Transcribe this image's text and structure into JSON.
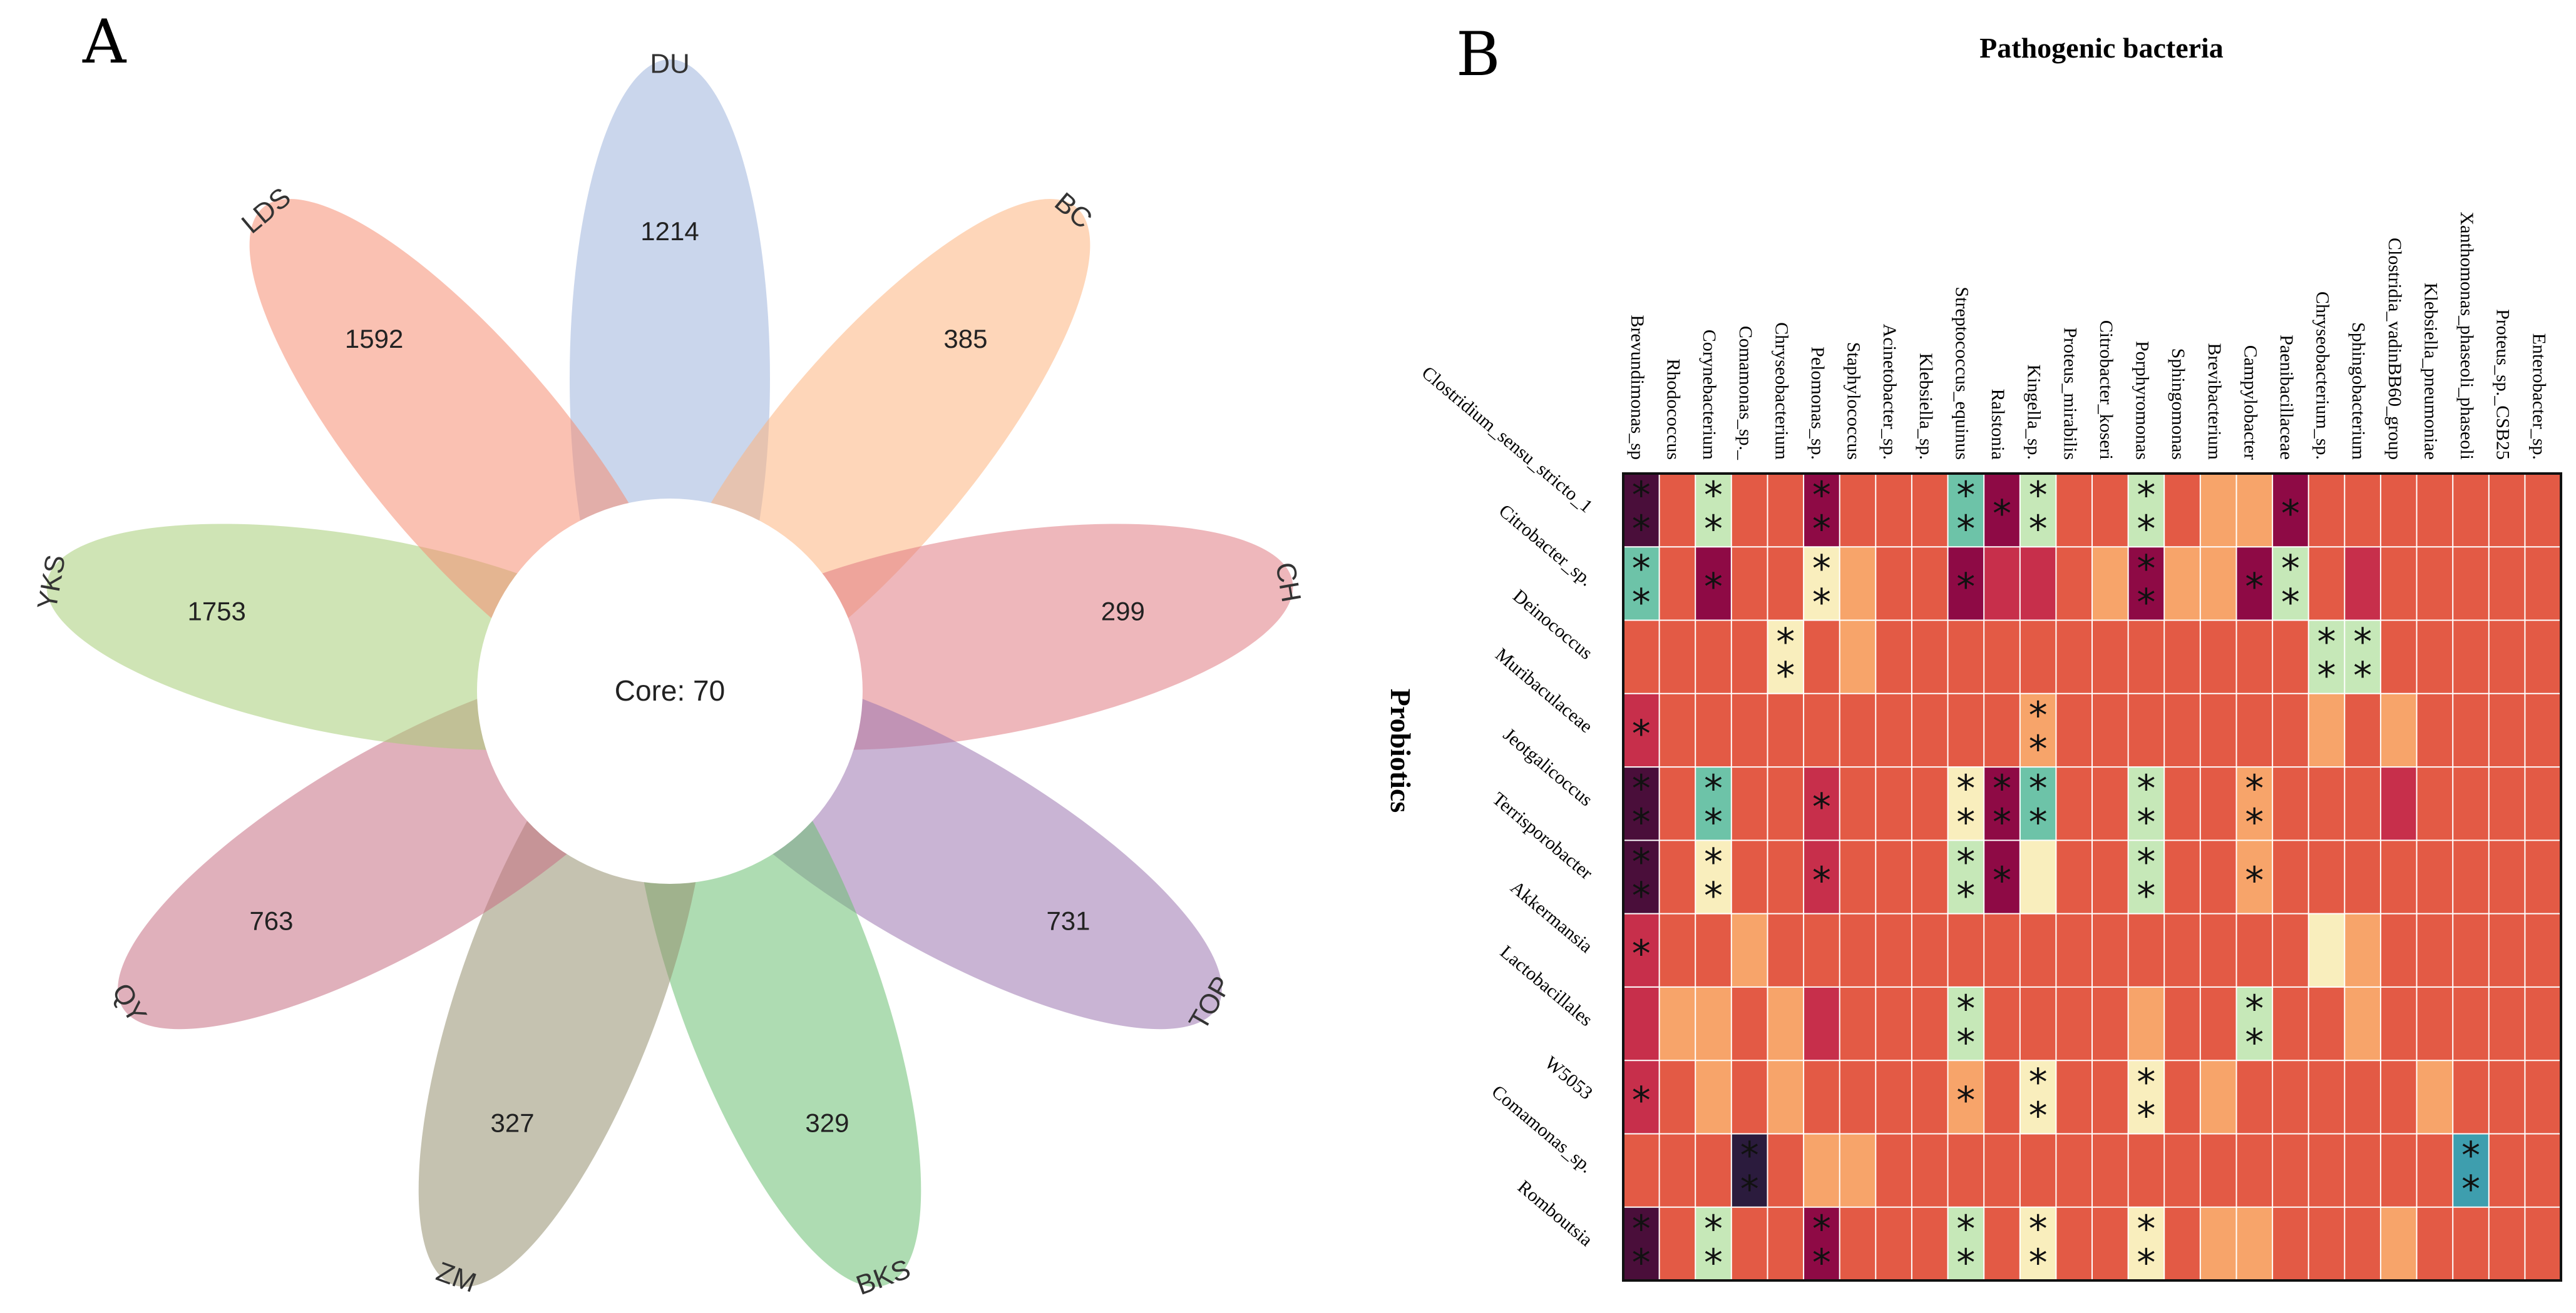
{
  "panels": {
    "a": "A",
    "b": "B"
  },
  "chart_data": [
    {
      "type": "venn",
      "core": {
        "label": "Core: 70",
        "value": 70
      },
      "petals": [
        {
          "name": "DU",
          "count": 1214,
          "color": "#9fb4dc"
        },
        {
          "name": "BC",
          "count": 385,
          "color": "#fdb57f"
        },
        {
          "name": "CH",
          "count": 299,
          "color": "#e07b84"
        },
        {
          "name": "TOP",
          "count": 731,
          "color": "#9c76b0"
        },
        {
          "name": "BKS",
          "count": 329,
          "color": "#6cc072"
        },
        {
          "name": "ZM",
          "count": 327,
          "color": "#958f70"
        },
        {
          "name": "QY",
          "count": 763,
          "color": "#c66f83"
        },
        {
          "name": "YKS",
          "count": 1753,
          "color": "#a8cd78"
        },
        {
          "name": "LDS",
          "count": 1592,
          "color": "#f58e73"
        }
      ]
    },
    {
      "type": "heatmap",
      "title": "Pathogenic bacteria",
      "ylabel": "Probiotics",
      "columns": [
        "Brevundimonas_sp",
        "Rhodococcus",
        "Corynebacterium",
        "Comamonas_sp._",
        "Chryseobacterium",
        "Pelomonas_sp.",
        "Staphylococcus",
        "Acinetobacter_sp.",
        "Klebsiella_sp.",
        "Streptococcus_equinus",
        "Ralstonia",
        "Kingella_sp.",
        "Proteus_mirabilis",
        "Citrobacter_koseri",
        "Porphyromonas",
        "Sphingomonas",
        "Brevibacterium",
        "Campylobacter",
        "Paenibacillaceae",
        "Chryseobacterium_sp.",
        "Sphingobacterium",
        "Clostridia_vadinBB60_group",
        "Klebsiella_pneumoniae",
        "Xanthomonas_phaseoli_phaseoli",
        "Proteus_sp._CSB25",
        "Enterobacter_sp."
      ],
      "rows": [
        "Clostridium_sensu_stricto_1",
        "Citrobacter_sp.",
        "Deinococcus",
        "Muribaculaceae",
        "Jeotgalicoccus",
        "Terrisporobacter",
        "Akkermansia",
        "Lactobacillales",
        "W5053",
        "Comamonas_sp.",
        "Romboutsia"
      ],
      "colormap": [
        "#2b1b3d",
        "#4a0e3a",
        "#8e0a45",
        "#c72f4b",
        "#e35a45",
        "#f7a46a",
        "#f9eebd",
        "#c6e8b8",
        "#6dc3a8",
        "#3e9eae"
      ],
      "values": [
        [
          -0.85,
          -0.05,
          0.55,
          -0.05,
          -0.05,
          -0.55,
          -0.05,
          -0.05,
          -0.05,
          0.85,
          -0.55,
          0.5,
          -0.05,
          -0.05,
          0.6,
          -0.05,
          0.1,
          0.05,
          -0.55,
          -0.05,
          -0.05,
          -0.05,
          -0.05,
          -0.05,
          -0.05,
          -0.05
        ],
        [
          0.75,
          -0.05,
          -0.45,
          -0.05,
          -0.05,
          0.35,
          0.2,
          -0.05,
          -0.05,
          -0.45,
          -0.4,
          -0.4,
          -0.05,
          0.15,
          -0.45,
          0.1,
          0.15,
          -0.45,
          0.45,
          -0.05,
          -0.4,
          -0.05,
          -0.05,
          -0.05,
          -0.05,
          -0.05
        ],
        [
          -0.05,
          -0.05,
          -0.05,
          -0.05,
          0.35,
          -0.05,
          0.1,
          -0.05,
          -0.05,
          -0.05,
          -0.05,
          -0.05,
          -0.05,
          -0.05,
          -0.05,
          -0.05,
          -0.05,
          -0.05,
          -0.05,
          0.5,
          0.5,
          -0.05,
          -0.05,
          -0.05,
          -0.05,
          -0.05
        ],
        [
          -0.4,
          -0.05,
          -0.05,
          -0.05,
          -0.05,
          -0.05,
          -0.05,
          -0.05,
          -0.05,
          -0.05,
          -0.05,
          0.2,
          -0.05,
          -0.05,
          -0.05,
          -0.05,
          -0.05,
          -0.05,
          -0.05,
          0.1,
          -0.05,
          0.15,
          -0.05,
          -0.05,
          -0.05,
          -0.05
        ],
        [
          -0.85,
          -0.05,
          0.85,
          -0.05,
          -0.05,
          -0.4,
          -0.05,
          -0.05,
          -0.05,
          0.35,
          -0.65,
          0.8,
          -0.05,
          -0.05,
          0.55,
          -0.05,
          -0.05,
          0.2,
          -0.05,
          -0.05,
          -0.05,
          -0.4,
          -0.05,
          -0.05,
          -0.05,
          -0.05
        ],
        [
          -0.85,
          -0.05,
          0.35,
          -0.05,
          -0.05,
          -0.4,
          -0.05,
          -0.05,
          -0.05,
          0.55,
          -0.45,
          0.25,
          -0.05,
          -0.05,
          0.6,
          -0.05,
          -0.05,
          0.15,
          -0.05,
          -0.05,
          -0.05,
          -0.05,
          -0.05,
          -0.05,
          -0.05,
          -0.05
        ],
        [
          -0.4,
          -0.05,
          -0.05,
          0.1,
          -0.05,
          -0.05,
          -0.05,
          -0.05,
          -0.05,
          -0.05,
          -0.05,
          -0.05,
          -0.05,
          -0.05,
          -0.05,
          -0.05,
          -0.05,
          -0.05,
          -0.05,
          0.25,
          0.05,
          -0.05,
          -0.05,
          -0.05,
          -0.05,
          -0.05
        ],
        [
          -0.4,
          0.1,
          0.15,
          -0.05,
          0.05,
          -0.4,
          -0.05,
          -0.05,
          -0.05,
          0.5,
          -0.05,
          -0.05,
          -0.05,
          -0.05,
          0.15,
          -0.05,
          -0.05,
          0.45,
          -0.05,
          -0.05,
          0.1,
          -0.05,
          -0.05,
          -0.05,
          -0.05,
          -0.05
        ],
        [
          -0.4,
          -0.05,
          0.2,
          -0.05,
          0.05,
          -0.05,
          -0.05,
          -0.05,
          -0.05,
          0.2,
          -0.05,
          0.3,
          -0.05,
          -0.05,
          0.3,
          -0.05,
          0.1,
          -0.05,
          -0.05,
          -0.05,
          -0.05,
          -0.05,
          0.1,
          -0.05,
          -0.05,
          -0.05
        ],
        [
          -0.05,
          -0.05,
          -0.05,
          -0.95,
          -0.05,
          0.05,
          0.05,
          -0.05,
          -0.05,
          -0.05,
          -0.05,
          -0.05,
          -0.05,
          -0.05,
          -0.05,
          -0.05,
          -0.05,
          -0.05,
          -0.05,
          -0.05,
          -0.05,
          -0.05,
          -0.05,
          0.9,
          -0.05,
          -0.05
        ],
        [
          -0.85,
          -0.05,
          0.5,
          -0.05,
          -0.05,
          -0.55,
          -0.05,
          -0.05,
          -0.05,
          0.5,
          -0.05,
          0.3,
          -0.05,
          -0.05,
          0.4,
          -0.05,
          0.1,
          0.1,
          -0.05,
          -0.05,
          -0.05,
          0.15,
          -0.05,
          -0.05,
          -0.05,
          -0.05
        ]
      ],
      "stars": [
        [
          "**",
          "",
          "**",
          "",
          "",
          "**",
          "",
          "",
          "",
          "**",
          "*",
          "**",
          "",
          "",
          "**",
          "",
          "",
          "",
          "*",
          "",
          "",
          "",
          "",
          "",
          "",
          ""
        ],
        [
          "**",
          "",
          "*",
          "",
          "",
          "**",
          "",
          "",
          "",
          "*",
          "",
          "",
          "",
          "",
          "**",
          "",
          "",
          "*",
          "**",
          "",
          "",
          "",
          "",
          "",
          "",
          ""
        ],
        [
          "",
          "",
          "",
          "",
          "**",
          "",
          "",
          "",
          "",
          "",
          "",
          "",
          "",
          "",
          "",
          "",
          "",
          "",
          "",
          "**",
          "**",
          "",
          "",
          "",
          "",
          ""
        ],
        [
          "*",
          "",
          "",
          "",
          "",
          "",
          "",
          "",
          "",
          "",
          "",
          "**",
          "",
          "",
          "",
          "",
          "",
          "",
          "",
          "",
          "",
          "",
          "",
          "",
          "",
          ""
        ],
        [
          "**",
          "",
          "**",
          "",
          "",
          "*",
          "",
          "",
          "",
          "**",
          "**",
          "**",
          "",
          "",
          "**",
          "",
          "",
          "**",
          "",
          "",
          "",
          "",
          "",
          "",
          "",
          ""
        ],
        [
          "**",
          "",
          "**",
          "",
          "",
          "*",
          "",
          "",
          "",
          "**",
          "*",
          "",
          "",
          "",
          "**",
          "",
          "",
          "*",
          "",
          "",
          "",
          "",
          "",
          "",
          "",
          ""
        ],
        [
          "*",
          "",
          "",
          "",
          "",
          "",
          "",
          "",
          "",
          "",
          "",
          "",
          "",
          "",
          "",
          "",
          "",
          "",
          "",
          "",
          "",
          "",
          "",
          "",
          "",
          ""
        ],
        [
          "",
          "",
          "",
          "",
          "",
          "",
          "",
          "",
          "",
          "**",
          "",
          "",
          "",
          "",
          "",
          "",
          "",
          "**",
          "",
          "",
          "",
          "",
          "",
          "",
          "",
          ""
        ],
        [
          "*",
          "",
          "",
          "",
          "",
          "",
          "",
          "",
          "",
          "*",
          "",
          "**",
          "",
          "",
          "**",
          "",
          "",
          "",
          "",
          "",
          "",
          "",
          "",
          "",
          "",
          ""
        ],
        [
          "",
          "",
          "",
          "**",
          "",
          "",
          "",
          "",
          "",
          "",
          "",
          "",
          "",
          "",
          "",
          "",
          "",
          "",
          "",
          "",
          "",
          "",
          "",
          "**",
          "",
          ""
        ],
        [
          "**",
          "",
          "**",
          "",
          "",
          "**",
          "",
          "",
          "",
          "**",
          "",
          "**",
          "",
          "",
          "**",
          "",
          "",
          "",
          "",
          "",
          "",
          "",
          "",
          "",
          "",
          ""
        ]
      ]
    }
  ]
}
